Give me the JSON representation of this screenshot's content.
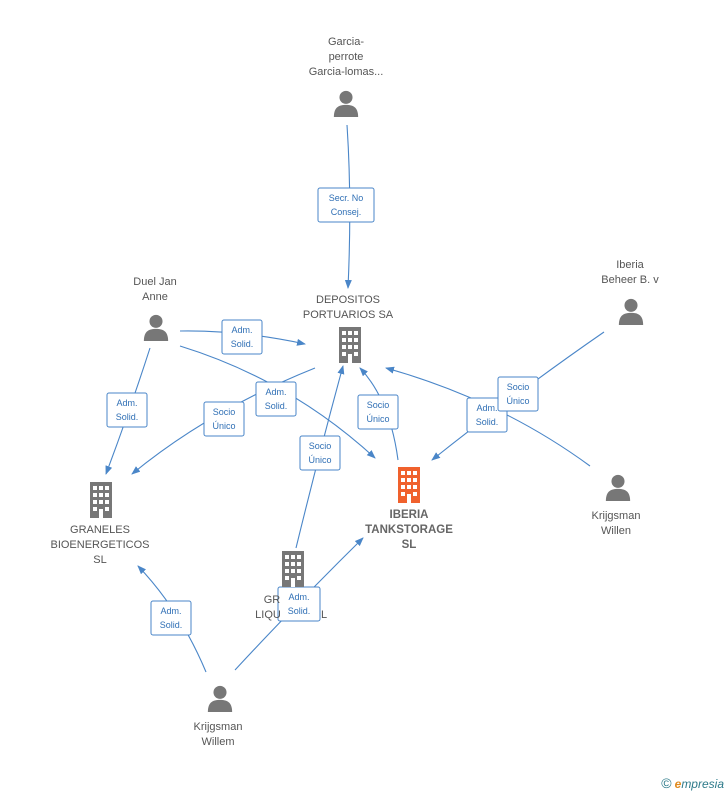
{
  "colors": {
    "edge": "#4a86c8",
    "person": "#777777",
    "company": "#777777",
    "focus_company": "#f0612d"
  },
  "nodes": [
    {
      "id": "garcia",
      "type": "person",
      "label": [
        "Garcia-",
        "perrote",
        "Garcia-lomas..."
      ]
    },
    {
      "id": "duel",
      "type": "person",
      "label": [
        "Duel Jan",
        "Anne"
      ]
    },
    {
      "id": "depositos",
      "type": "company",
      "label": [
        "DEPOSITOS",
        "PORTUARIOS SA"
      ]
    },
    {
      "id": "iberia_beheer",
      "type": "person",
      "label": [
        "Iberia",
        "Beheer B. v"
      ]
    },
    {
      "id": "graneles",
      "type": "company",
      "label": [
        "GRANELES",
        "BIOENERGETICOS",
        "SL"
      ]
    },
    {
      "id": "iberia_tank",
      "type": "focus_company",
      "label": [
        "IBERIA",
        "TANKSTORAGE",
        "SL"
      ]
    },
    {
      "id": "krijgsman_right",
      "type": "person",
      "label": [
        "Krijgsman",
        "Willen"
      ]
    },
    {
      "id": "graneles_liq",
      "type": "company",
      "label": [
        "GR",
        "LIQU",
        "L"
      ]
    },
    {
      "id": "krijgsman_bottom",
      "type": "person",
      "label": [
        "Krijgsman",
        "Willem"
      ]
    }
  ],
  "edges": [
    {
      "id": "e1",
      "label": [
        "Secr.  No",
        "Consej."
      ]
    },
    {
      "id": "e2",
      "label": [
        "Adm.",
        "Solid."
      ]
    },
    {
      "id": "e3",
      "label": [
        "Adm.",
        "Solid."
      ]
    },
    {
      "id": "e4",
      "label": [
        "Adm.",
        "Solid."
      ]
    },
    {
      "id": "e5",
      "label": [
        "Socio",
        "Único"
      ]
    },
    {
      "id": "e6",
      "label": [
        "Socio",
        "Único"
      ]
    },
    {
      "id": "e7",
      "label": [
        "Socio",
        "Único"
      ]
    },
    {
      "id": "e8",
      "label": [
        "Adm.",
        "Solid."
      ]
    },
    {
      "id": "e9",
      "label": [
        "Socio",
        "Único"
      ]
    },
    {
      "id": "e10",
      "label": [
        "Adm.",
        "Solid."
      ]
    },
    {
      "id": "e11",
      "label": [
        "Adm.",
        "Solid."
      ]
    }
  ],
  "brand": {
    "copyright": "©",
    "e": "e",
    "rest": "mpresia"
  }
}
